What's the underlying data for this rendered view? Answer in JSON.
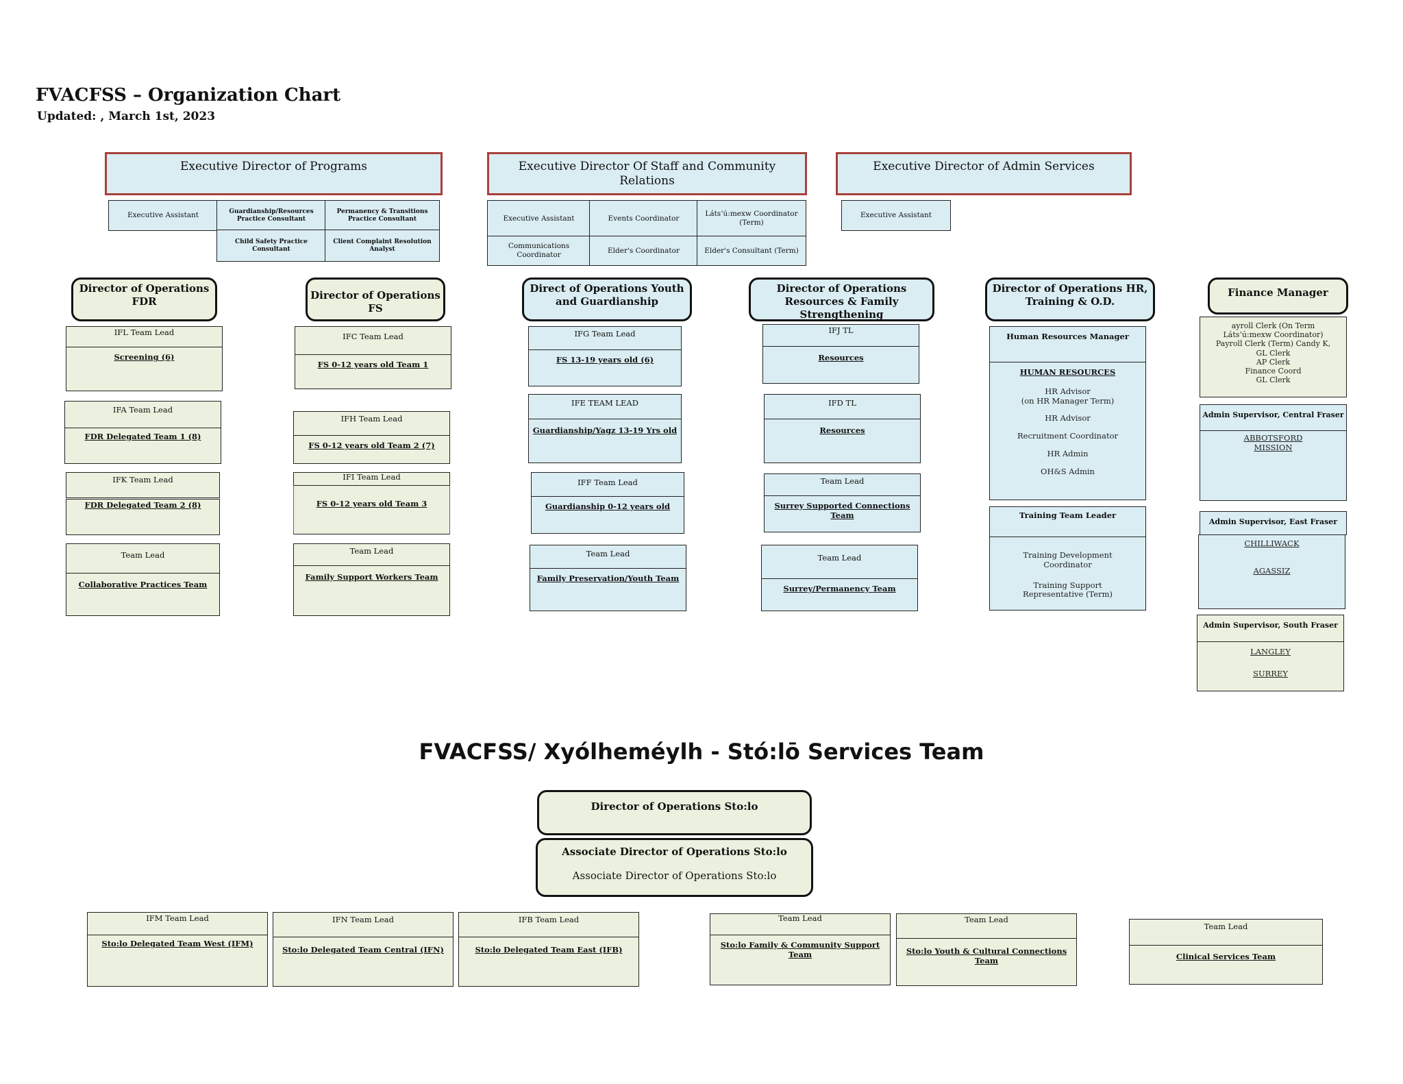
{
  "header": {
    "title": "FVACFSS – Organization Chart",
    "updated": "Updated: , March 1st, 2023"
  },
  "exec": {
    "programs": {
      "title": "Executive Director of Programs",
      "cells": [
        "Executive Assistant",
        "Guardianship/Resources Practice Consultant",
        "Permanency & Transitions Practice Consultant",
        "Child Safety Practice Consultant",
        "Client Complaint Resolution Analyst"
      ]
    },
    "staff": {
      "title": "Executive Director Of Staff and Community Relations",
      "cells": [
        "Executive Assistant",
        "Events Coordinator",
        "Láts’ú:mexw Coordinator (Term)",
        "Communications Coordinator",
        "Elder's Coordinator",
        "Elder's Consultant (Term)"
      ]
    },
    "admin": {
      "title": "Executive Director of Admin Services",
      "cells": [
        "Executive Assistant"
      ]
    }
  },
  "directors": {
    "fdr": {
      "title": "Director of Operations FDR",
      "teams": [
        {
          "lead": "IFL Team Lead",
          "team": "Screening (6)"
        },
        {
          "lead": "IFA Team Lead",
          "team": "FDR Delegated Team 1  (8)"
        },
        {
          "lead": "IFK Team Lead",
          "team": "FDR Delegated Team 2 (8)"
        },
        {
          "lead": "Team Lead",
          "team": "Collaborative Practices Team"
        }
      ]
    },
    "fs": {
      "title": "Director of Operations FS",
      "teams": [
        {
          "lead": "IFC Team Lead",
          "team": "FS 0-12 years old Team 1"
        },
        {
          "lead": "IFH Team Lead",
          "team": "FS 0-12 years old Team 2 (7)"
        },
        {
          "lead": "IFI Team Lead",
          "team": "FS 0-12 years old Team 3"
        },
        {
          "lead": "Team Lead",
          "team": "Family Support Workers Team"
        }
      ]
    },
    "youth": {
      "title": "Direct of Operations Youth and Guardianship",
      "teams": [
        {
          "lead": "IFG Team Lead",
          "team": "FS 13-19 years old (6)"
        },
        {
          "lead": "IFE TEAM LEAD",
          "team": "Guardianship/Yagz 13-19 Yrs old"
        },
        {
          "lead": "IFF Team Lead",
          "team": "Guardianship 0-12 years old"
        },
        {
          "lead": "Team Lead",
          "team": "Family Preservation/Youth Team"
        }
      ]
    },
    "resources": {
      "title": "Director of Operations Resources & Family Strengthening",
      "teams": [
        {
          "lead": "IFJ TL",
          "team": "Resources"
        },
        {
          "lead": "IFD TL",
          "team": "Resources"
        },
        {
          "lead": "Team Lead",
          "team": "Surrey Supported Connections Team"
        },
        {
          "lead": "Team Lead",
          "team": "Surrey/Permanency Team"
        }
      ]
    },
    "hr": {
      "title": "Director of Operations HR, Training & O.D.",
      "hrm": "Human Resources Manager",
      "hr_heading": "HUMAN RESOURCES",
      "hr_items": [
        "HR Advisor",
        "(on HR Manager Term)",
        "HR Advisor",
        "Recruitment Coordinator",
        "HR Admin",
        "OH&S Admin"
      ],
      "ttl": "Training Team Leader",
      "tr_items": [
        "Training Development Coordinator",
        "Training Support Representative (Term)"
      ]
    },
    "finance": {
      "title": "Finance Manager",
      "items": [
        "ayroll Clerk (On Term",
        "Láts’ú:mexw Coordinator)",
        "Payroll Clerk (Term) Candy K,",
        "GL Clerk",
        "AP Clerk",
        "Finance Coord",
        "GL Clerk"
      ],
      "central": {
        "lead": "Admin Supervisor, Central Fraser",
        "sites": [
          "ABBOTSFORD",
          "MISSION"
        ]
      },
      "east": {
        "lead": "Admin Supervisor, East Fraser",
        "sites": [
          "CHILLIWACK",
          "AGASSIZ"
        ]
      },
      "south": {
        "lead": "Admin Supervisor, South Fraser",
        "sites": [
          "LANGLEY",
          "SURREY"
        ]
      }
    }
  },
  "stolo": {
    "title": "FVACFSS/ Xyólheméylh - Stó:lō Services Team",
    "director": "Director of Operations Sto:lo",
    "assoc_title": "Associate Director of Operations Sto:lo",
    "assoc_sub": "Associate Director of Operations Sto:lo",
    "teams": [
      {
        "lead": "IFM Team Lead",
        "team": "Sto:lo Delegated Team West (IFM)"
      },
      {
        "lead": "IFN Team Lead",
        "team": "Sto:lo Delegated Team Central (IFN)"
      },
      {
        "lead": "IFB Team Lead",
        "team": "Sto:lo Delegated Team East (IFB)"
      },
      {
        "lead": "Team Lead",
        "team": "Sto:lo Family & Community Support Team"
      },
      {
        "lead": "Team Lead",
        "team": "Sto:lo Youth & Cultural Connections Team"
      },
      {
        "lead": "Team Lead",
        "team": "Clinical Services Team"
      }
    ]
  }
}
